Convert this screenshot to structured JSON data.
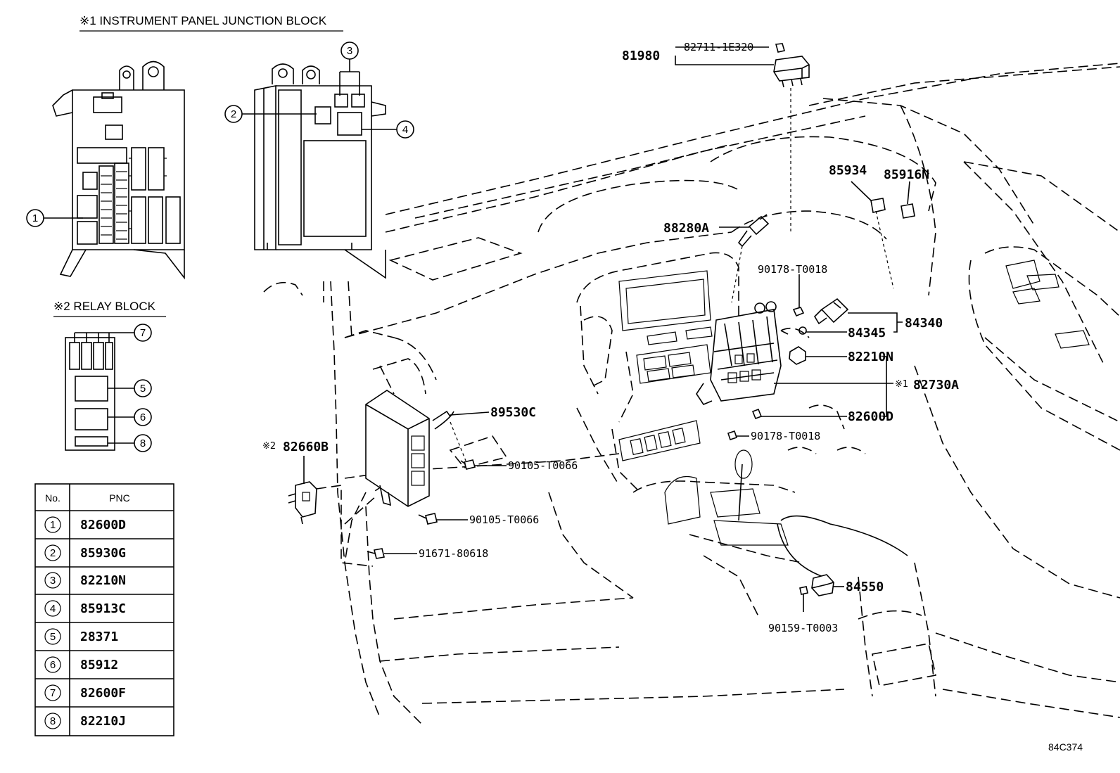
{
  "titles": {
    "junction_block": "※1 INSTRUMENT PANEL JUNCTION BLOCK",
    "relay_block": "※2 RELAY BLOCK"
  },
  "table": {
    "headers": [
      "No.",
      "PNC"
    ],
    "rows": [
      {
        "no": "1",
        "pnc": "82600D"
      },
      {
        "no": "2",
        "pnc": "85930G"
      },
      {
        "no": "3",
        "pnc": "82210N"
      },
      {
        "no": "4",
        "pnc": "85913C"
      },
      {
        "no": "5",
        "pnc": "28371"
      },
      {
        "no": "6",
        "pnc": "85912"
      },
      {
        "no": "7",
        "pnc": "82600F"
      },
      {
        "no": "8",
        "pnc": "82210J"
      }
    ]
  },
  "callouts": {
    "c1": "1",
    "c2": "2",
    "c3": "3",
    "c4": "4",
    "c5": "5",
    "c6": "6",
    "c7": "7",
    "c8": "8"
  },
  "parts": {
    "p81980": "81980",
    "p82711": "82711-1E320",
    "p85934": "85934",
    "p85916N": "85916N",
    "p88280A": "88280A",
    "p90178a": "90178-T0018",
    "p84340": "84340",
    "p84345": "84345",
    "p82210N": "82210N",
    "p82730A_mark": "※1",
    "p82730A": "82730A",
    "p82600D": "82600D",
    "p90178b": "90178-T0018",
    "p89530C": "89530C",
    "p90105a": "90105-T0066",
    "p90105b": "90105-T0066",
    "p82660B_mark": "※2",
    "p82660B": "82660B",
    "p91671": "91671-80618",
    "p84550": "84550",
    "p90159": "90159-T0003"
  },
  "figure_code": "84C374"
}
